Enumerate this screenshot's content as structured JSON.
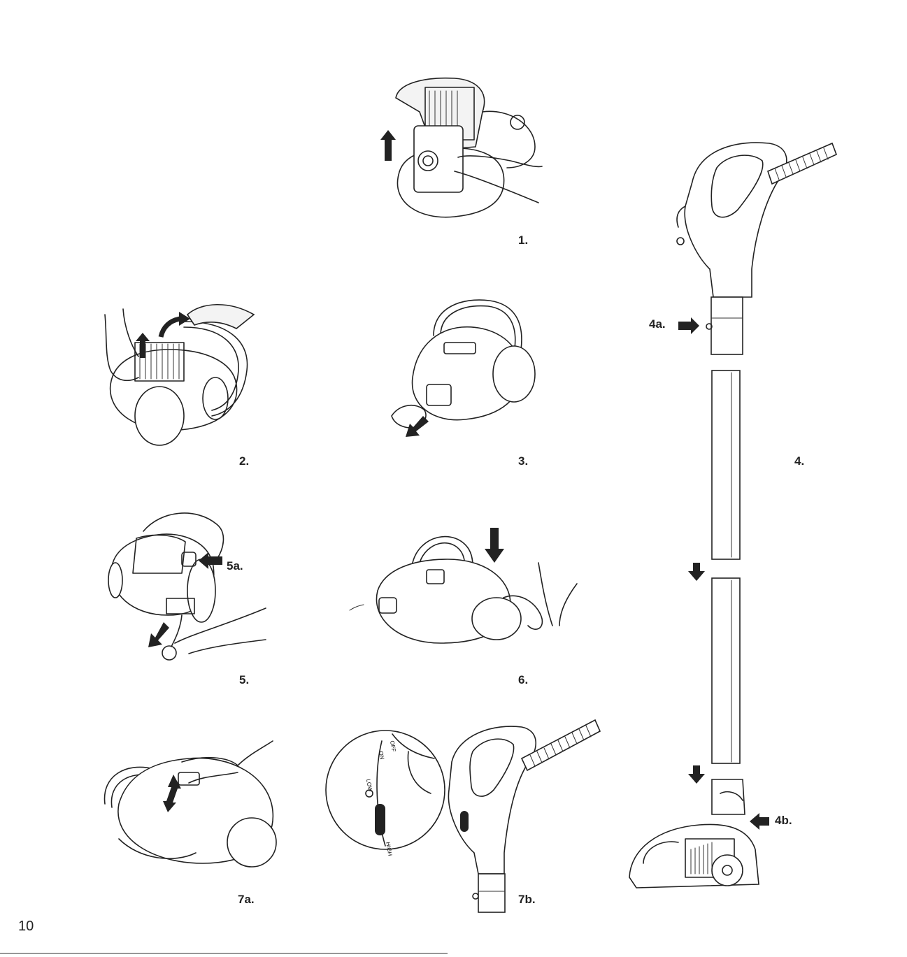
{
  "page": {
    "number": "10"
  },
  "steps": {
    "s1": {
      "label": "1."
    },
    "s2": {
      "label": "2."
    },
    "s3": {
      "label": "3."
    },
    "s4": {
      "label": "4.",
      "callout_a": "4a.",
      "callout_b": "4b."
    },
    "s5": {
      "label": "5.",
      "callout_a": "5a."
    },
    "s6": {
      "label": "6."
    },
    "s7a": {
      "label": "7a."
    },
    "s7b": {
      "label": "7b.",
      "switch_on": "ON",
      "switch_off": "OFF",
      "switch_low": "LOW",
      "switch_high": "HIGH"
    }
  },
  "icons": [
    "arrow-up-icon",
    "arrow-down-icon",
    "arrow-left-icon",
    "arrow-curved-icon",
    "arrow-double-icon"
  ]
}
